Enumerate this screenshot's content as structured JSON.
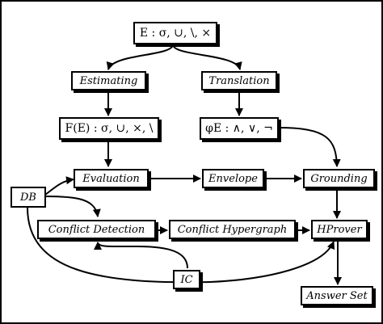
{
  "diagram": {
    "nodes": {
      "query": {
        "label": "E : σ, ∪, \\, ×"
      },
      "estimating": {
        "label": "Estimating"
      },
      "translation": {
        "label": "Translation"
      },
      "fe": {
        "label": "F(E) : σ, ∪, ×, \\"
      },
      "phi": {
        "label": "φE : ∧, ∨, ¬"
      },
      "db": {
        "label": "DB"
      },
      "evaluation": {
        "label": "Evaluation"
      },
      "envelope": {
        "label": "Envelope"
      },
      "grounding": {
        "label": "Grounding"
      },
      "conflict_detection": {
        "label": "Conflict Detection"
      },
      "conflict_hypergraph": {
        "label": "Conflict Hypergraph"
      },
      "hprover": {
        "label": "HProver"
      },
      "ic": {
        "label": "IC"
      },
      "answer_set": {
        "label": "Answer Set"
      }
    },
    "edges": [
      [
        "query",
        "estimating"
      ],
      [
        "query",
        "translation"
      ],
      [
        "estimating",
        "fe"
      ],
      [
        "translation",
        "phi"
      ],
      [
        "fe",
        "evaluation"
      ],
      [
        "phi",
        "grounding"
      ],
      [
        "db",
        "evaluation"
      ],
      [
        "db",
        "conflict_detection"
      ],
      [
        "db",
        "hprover"
      ],
      [
        "evaluation",
        "envelope"
      ],
      [
        "envelope",
        "grounding"
      ],
      [
        "grounding",
        "hprover"
      ],
      [
        "conflict_detection",
        "conflict_hypergraph"
      ],
      [
        "conflict_hypergraph",
        "hprover"
      ],
      [
        "ic",
        "conflict_detection"
      ],
      [
        "hprover",
        "answer_set"
      ]
    ]
  }
}
